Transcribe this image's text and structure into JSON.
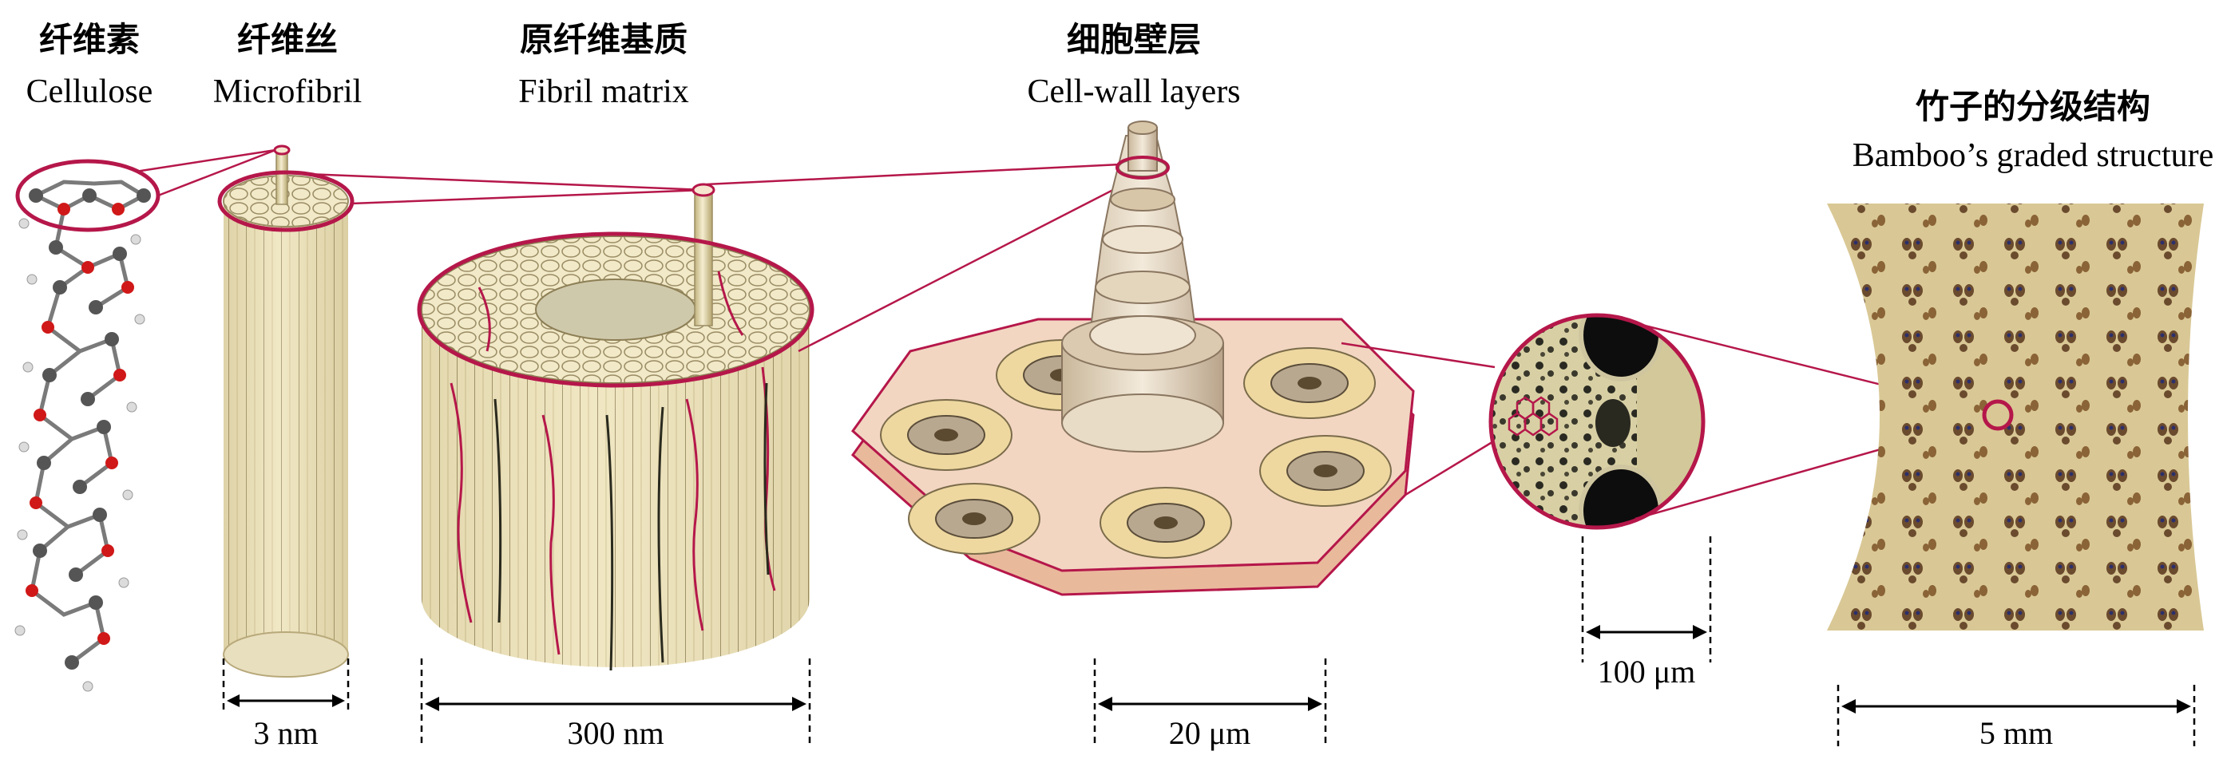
{
  "labels": {
    "cellulose": {
      "zh": "纤维素",
      "en": "Cellulose"
    },
    "microfibril": {
      "zh": "纤维丝",
      "en": "Microfibril"
    },
    "fibril_matrix": {
      "zh": "原纤维基质",
      "en": "Fibril matrix"
    },
    "cell_wall": {
      "zh": "细胞壁层",
      "en": "Cell-wall layers"
    },
    "bamboo": {
      "zh": "竹子的分级结构",
      "en": "Bamboo’s graded structure"
    }
  },
  "scales": {
    "microfibril": "3 nm",
    "fibril_matrix": "300 nm",
    "cell_wall": "20 μm",
    "cell_section": "100 μm",
    "bamboo": "5 mm"
  },
  "colors": {
    "accent": "#b5174a",
    "fiber": "#efe6c0",
    "fiber_dark": "#c9bb8a",
    "plate": "#efc9b0",
    "bamboo_bg": "#d8c690"
  }
}
